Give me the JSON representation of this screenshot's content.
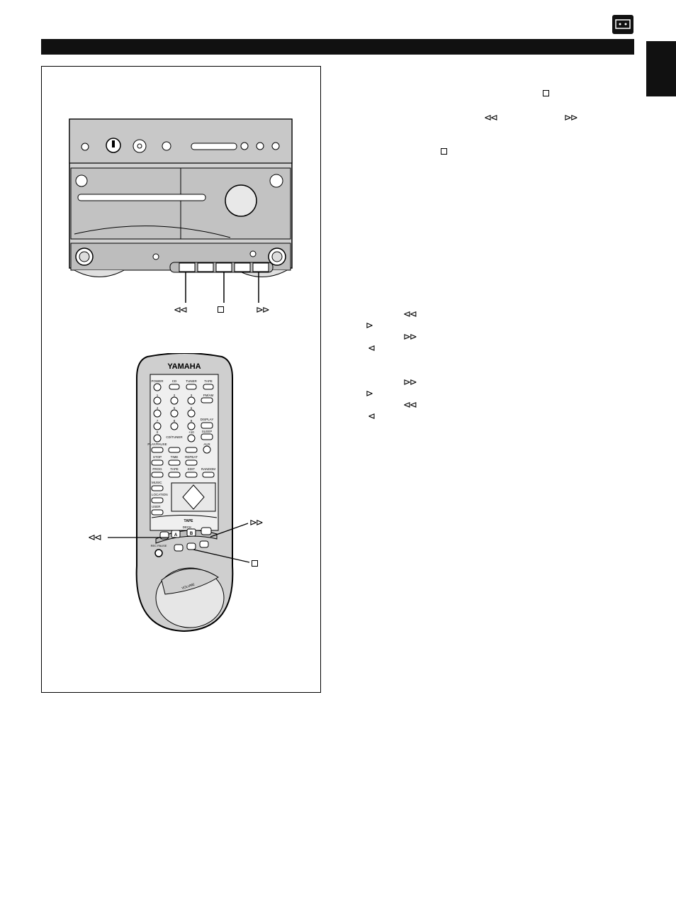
{
  "page": {
    "header_icon": "cassette-icon",
    "colors": {
      "ink": "#111111",
      "paper": "#ffffff",
      "unit_gray": "#bdbdbd"
    }
  },
  "main_unit": {
    "indicator_labels": [
      "",
      "",
      ""
    ],
    "callout_symbols": {
      "rewind": "⊲⊲",
      "stop": "□",
      "fast_forward": "⊳⊳"
    }
  },
  "remote": {
    "brand": "YAMAHA",
    "source_buttons": [
      "POWER",
      "CD",
      "TUNER",
      "TAPE"
    ],
    "number_rows": [
      {
        "labels": [
          "1",
          "2",
          "3"
        ],
        "side": "FM/AM"
      },
      {
        "labels": [
          "4",
          "5",
          "6"
        ],
        "side": ""
      },
      {
        "labels": [
          "7",
          "8",
          "9"
        ],
        "side": "DISPLAY"
      },
      {
        "labels": [
          "0",
          "",
          "+10"
        ],
        "side": "SLEEP"
      }
    ],
    "cd_tuner_label": "CD/TUNER",
    "aux_label": "AUX",
    "play_row_label": "PLAY/PAUSE",
    "function_row1": [
      "STOP",
      "TIME",
      "REPEAT"
    ],
    "function_row2": [
      "PROG",
      "TAPE",
      "EDIT",
      "RANDOM"
    ],
    "mode_buttons": [
      "MUSIC",
      "LOCATION",
      "USER"
    ],
    "tape_label": "TAPE",
    "deck_label": "DECK",
    "deck_buttons": [
      "A",
      "B"
    ],
    "rec_pause_label": "REC PAUSE",
    "volume_label": "VOLUME",
    "callout_symbols": {
      "rewind": "⊲⊲",
      "fast_forward": "⊳⊳",
      "stop": "□"
    }
  },
  "text_symbols": {
    "stop": "□",
    "rewind": "⊲⊲",
    "fast_forward": "⊳⊳",
    "play_forward": "⊳",
    "play_reverse": "⊲"
  }
}
